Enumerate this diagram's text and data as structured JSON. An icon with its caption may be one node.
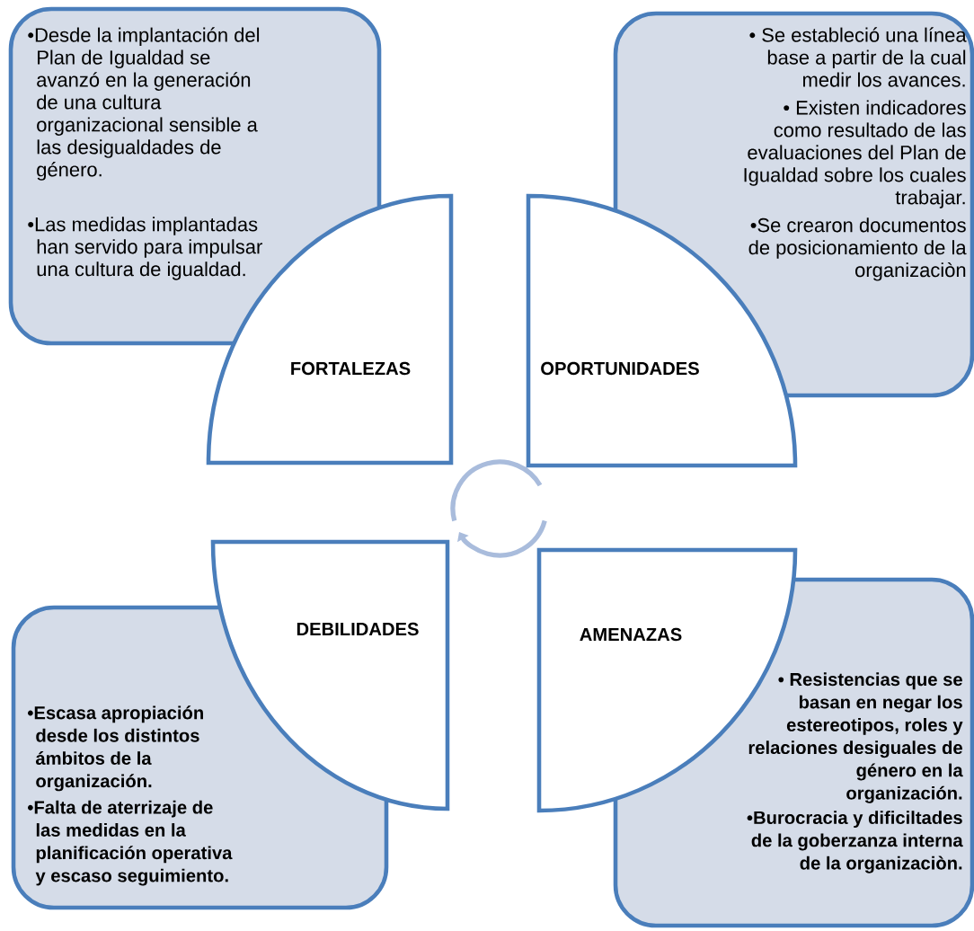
{
  "diagram": {
    "nodes": [
      {
        "text": [
          "•Desde la implantación del Plan de Igualdad se avanzó en la generación de una cultura organizacional sensible a las desigualdades de género.",
          "•Las medidas implantadas han servido para impulsar una cultura de igualdad."
        ]
      },
      {
        "text": [
          "• Se estableció una línea base a partir de la cual medir los avances.",
          "• Existen indicadores como resultado de las evaluaciones del Plan de Igualdad sobre los cuales trabajar.",
          "•Se crearon documentos de posicionamiento de la organizaciòn"
        ]
      },
      {
        "text": [
          "FORTALEZAS"
        ]
      },
      {
        "text": [
          "OPORTUNIDADES"
        ]
      },
      {
        "text": [
          "DEBILIDADES"
        ]
      },
      {
        "text": [
          "AMENAZAS"
        ]
      },
      {
        "text": [
          "•Escasa apropiación desde los distintos ámbitos de la organización.",
          "•Falta de aterrizaje de las medidas en la planificación operativa y escaso seguimiento."
        ]
      },
      {
        "text": [
          "• Resistencias que se basan en negar los estereotipos, roles y relaciones desiguales de género en la organización.",
          "•Burocracia y dificiltades de la goberzanza interna de la organizaciòn."
        ]
      }
    ]
  }
}
